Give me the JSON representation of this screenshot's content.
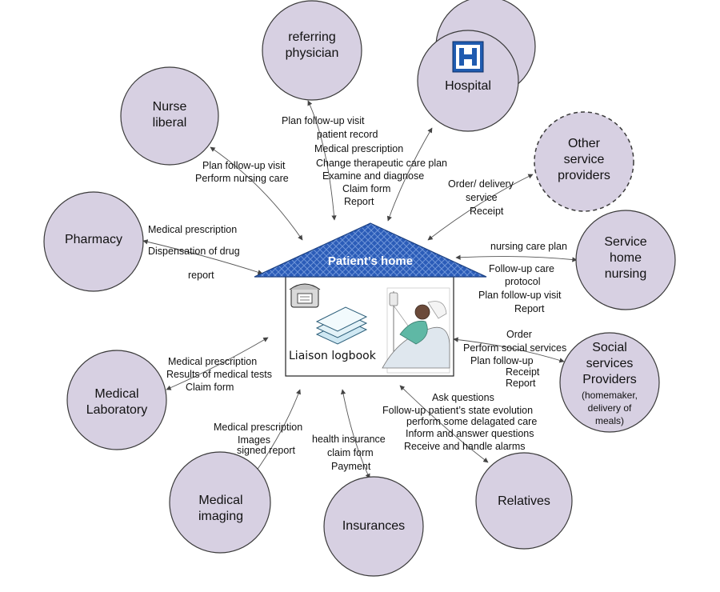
{
  "home": {
    "title": "Patient’s home",
    "logbook": "Liaison logbook"
  },
  "nodes": {
    "referring": [
      "referring",
      "physician"
    ],
    "hospital": "Hospital",
    "nurse": [
      "Nurse",
      "liberal"
    ],
    "other": [
      "Other",
      "service",
      "providers"
    ],
    "pharmacy": "Pharmacy",
    "service_home": [
      "Service",
      "home",
      "nursing"
    ],
    "social": [
      "Social",
      "services",
      "Providers"
    ],
    "social_note": [
      "(homemaker,",
      "delivery of",
      "meals)"
    ],
    "lab": [
      "Medical",
      "Laboratory"
    ],
    "imaging": [
      "Medical",
      "imaging"
    ],
    "insurances": "Insurances",
    "relatives": "Relatives"
  },
  "flows": {
    "top": [
      "Plan follow-up visit",
      "patient record",
      "Medical prescription",
      "Change therapeutic care plan",
      "Examine and diagnose",
      "Claim form",
      "Report"
    ],
    "nurse": [
      "Plan follow-up visit",
      "Perform nursing care"
    ],
    "other": [
      "Order/ delivery",
      "service",
      "Receipt"
    ],
    "pharmacy": [
      "Medical prescription",
      "Dispensation of drug",
      "report"
    ],
    "service_home": [
      "nursing care plan",
      "Follow-up care",
      "protocol",
      "Plan follow-up visit",
      "Report"
    ],
    "social": [
      "Order",
      "Perform social services",
      "Plan follow-up",
      "Receipt",
      "Report"
    ],
    "lab": [
      "Medical prescription",
      "Results of medical tests",
      "Claim form"
    ],
    "imaging": [
      "Medical prescription",
      "Images",
      "signed report"
    ],
    "insurance": [
      "health insurance",
      "claim form",
      "Payment"
    ],
    "relatives": [
      "Ask questions",
      "Follow-up patient’s state evolution",
      "perform some delagated care",
      "Inform and answer questions",
      "Receive and handle alarms"
    ]
  },
  "colors": {
    "node_fill": "#d7d0e2",
    "roof": "#1f4e9c",
    "hospital_sign": "#1f5bb0"
  }
}
